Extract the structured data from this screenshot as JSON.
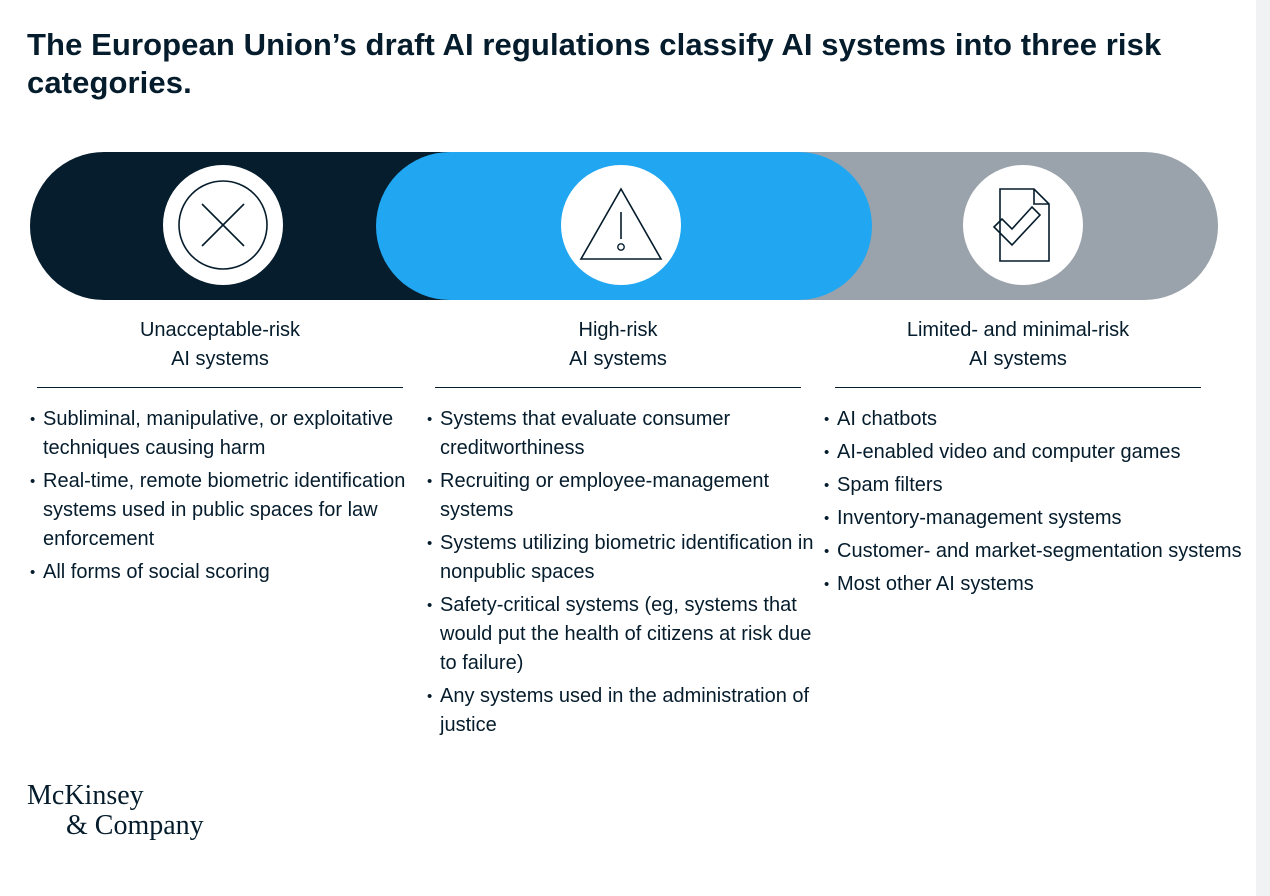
{
  "title": "The European Union’s draft AI regulations classify AI systems into three risk categories.",
  "colors": {
    "unacceptable": "#061d2d",
    "high": "#21a7f1",
    "limited": "#9aa3ab",
    "text": "#051c2c"
  },
  "columns": [
    {
      "icon": "x-circle-icon",
      "title_line1": "Unacceptable-risk",
      "title_line2": "AI systems",
      "bullets": [
        "Subliminal, manipulative, or exploitative techniques causing harm",
        "Real-time, remote biometric identification systems used in public spaces for law enforcement",
        "All forms of social scoring"
      ]
    },
    {
      "icon": "warning-triangle-icon",
      "title_line1": "High-risk",
      "title_line2": "AI systems",
      "bullets": [
        "Systems that evaluate consumer creditworthiness",
        "Recruiting or employee-management systems",
        "Systems utilizing biometric identification in nonpublic spaces",
        "Safety-critical systems (eg, systems that would put the health of citizens at risk due to failure)",
        "Any systems used in the administration of justice"
      ]
    },
    {
      "icon": "document-check-icon",
      "title_line1": "Limited- and minimal-risk",
      "title_line2": "AI systems",
      "bullets": [
        "AI chatbots",
        "AI-enabled video and computer games",
        "Spam filters",
        "Inventory-management systems",
        "Customer- and market-segmentation systems",
        "Most other AI systems"
      ]
    }
  ],
  "logo": {
    "line1": "McKinsey",
    "line2": "& Company"
  }
}
